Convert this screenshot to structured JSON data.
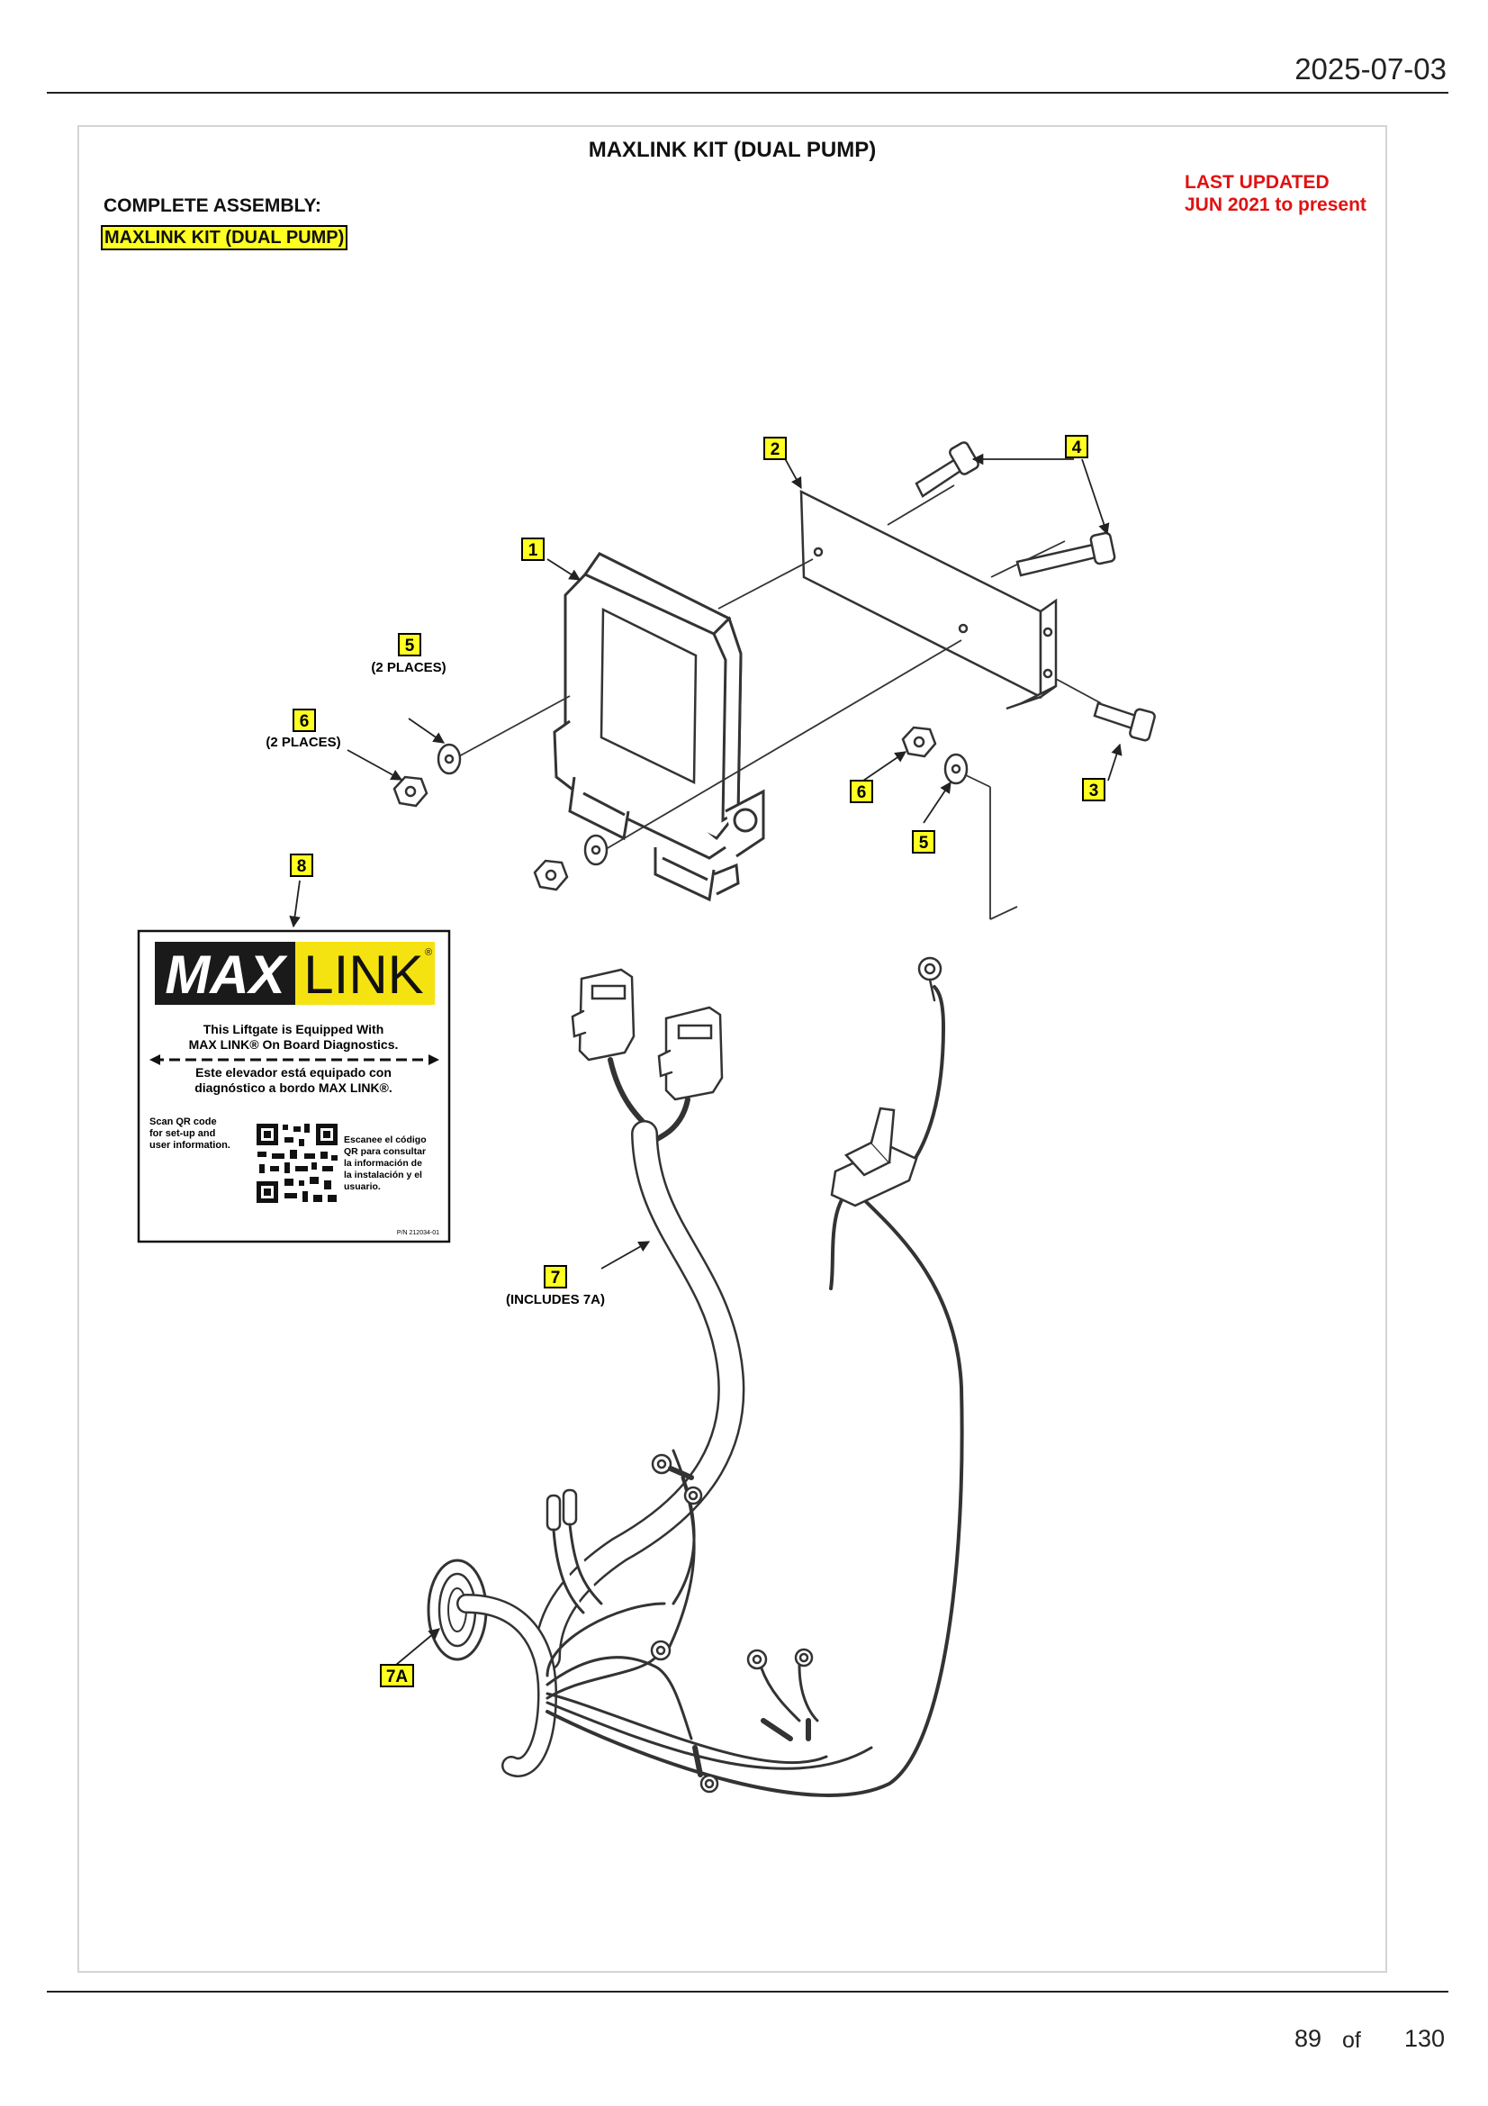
{
  "header": {
    "date": "2025-07-03"
  },
  "doc": {
    "title": "MAXLINK KIT (DUAL PUMP)",
    "assembly_label": "COMPLETE ASSEMBLY:",
    "assembly_value": "MAXLINK KIT (DUAL PUMP)",
    "updated_line1": "LAST UPDATED",
    "updated_line2": "JUN 2021 to present"
  },
  "callouts": {
    "c1": "1",
    "c2": "2",
    "c3": "3",
    "c4": "4",
    "c5a": "5",
    "c5a_note": "(2 PLACES)",
    "c5b": "5",
    "c6a": "6",
    "c6a_note": "(2 PLACES)",
    "c6b": "6",
    "c7": "7",
    "c7_note": "(INCLUDES 7A)",
    "c7a": "7A",
    "c8": "8"
  },
  "decal": {
    "logo_max": "MAX",
    "logo_link": "LINK",
    "reg": "®",
    "en_line1": "This Liftgate is Equipped With",
    "en_line2": "MAX LINK® On Board Diagnostics.",
    "es_line1": "Este elevador está equipado con",
    "es_line2": "diagnóstico a bordo MAX LINK®.",
    "scan_en_1": "Scan QR code",
    "scan_en_2": "for set-up and",
    "scan_en_3": "user information.",
    "scan_es_1": "Escanee el código",
    "scan_es_2": "QR para consultar",
    "scan_es_3": "la información de",
    "scan_es_4": "la instalación y el",
    "scan_es_5": "usuario.",
    "pn": "P/N 212034-01"
  },
  "colors": {
    "callout_fill": "#ffff22",
    "updated_text": "#e01212",
    "decal_yellow": "#f5e311"
  },
  "footer": {
    "page": "89",
    "of": "of",
    "total": "130"
  }
}
